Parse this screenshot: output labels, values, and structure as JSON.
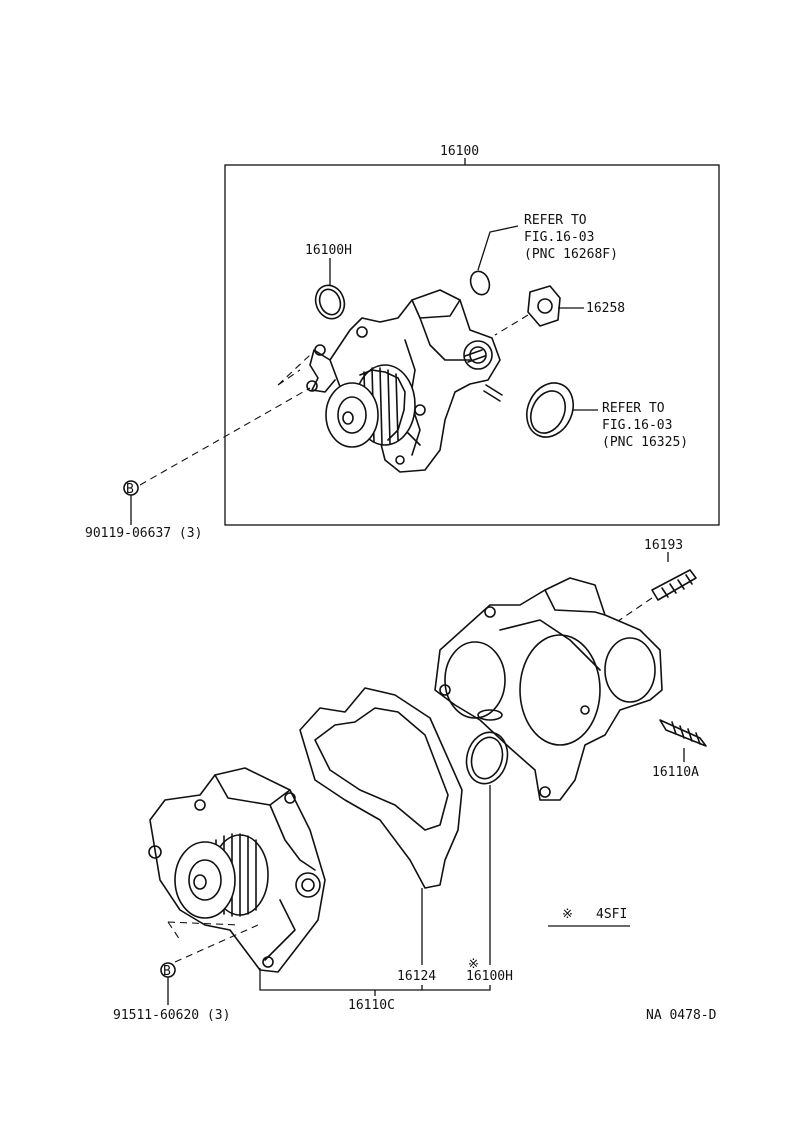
{
  "labels": {
    "assembly": "16100",
    "o_ring_upper": "16100H",
    "refer1_line1": "REFER TO",
    "refer1_line2": "FIG.16-03",
    "refer1_line3": "(PNC 16268F)",
    "gasket_16258": "16258",
    "refer2_line1": "REFER TO",
    "refer2_line2": "FIG.16-03",
    "refer2_line3": "(PNC 16325)",
    "bolt_upper": "90119-06637 (3)",
    "bolt_upper_symbol": "B",
    "stud_16193": "16193",
    "stud_16110a": "16110A",
    "legend_mark": "※",
    "legend_text": "4SFI",
    "gasket_16124": "16124",
    "o_ring_lower_mark": "※",
    "o_ring_lower": "16100H",
    "housing_16110c": "16110C",
    "bolt_lower": "91511-60620 (3)",
    "bolt_lower_symbol": "B",
    "figure_code": "NA 0478-D"
  }
}
